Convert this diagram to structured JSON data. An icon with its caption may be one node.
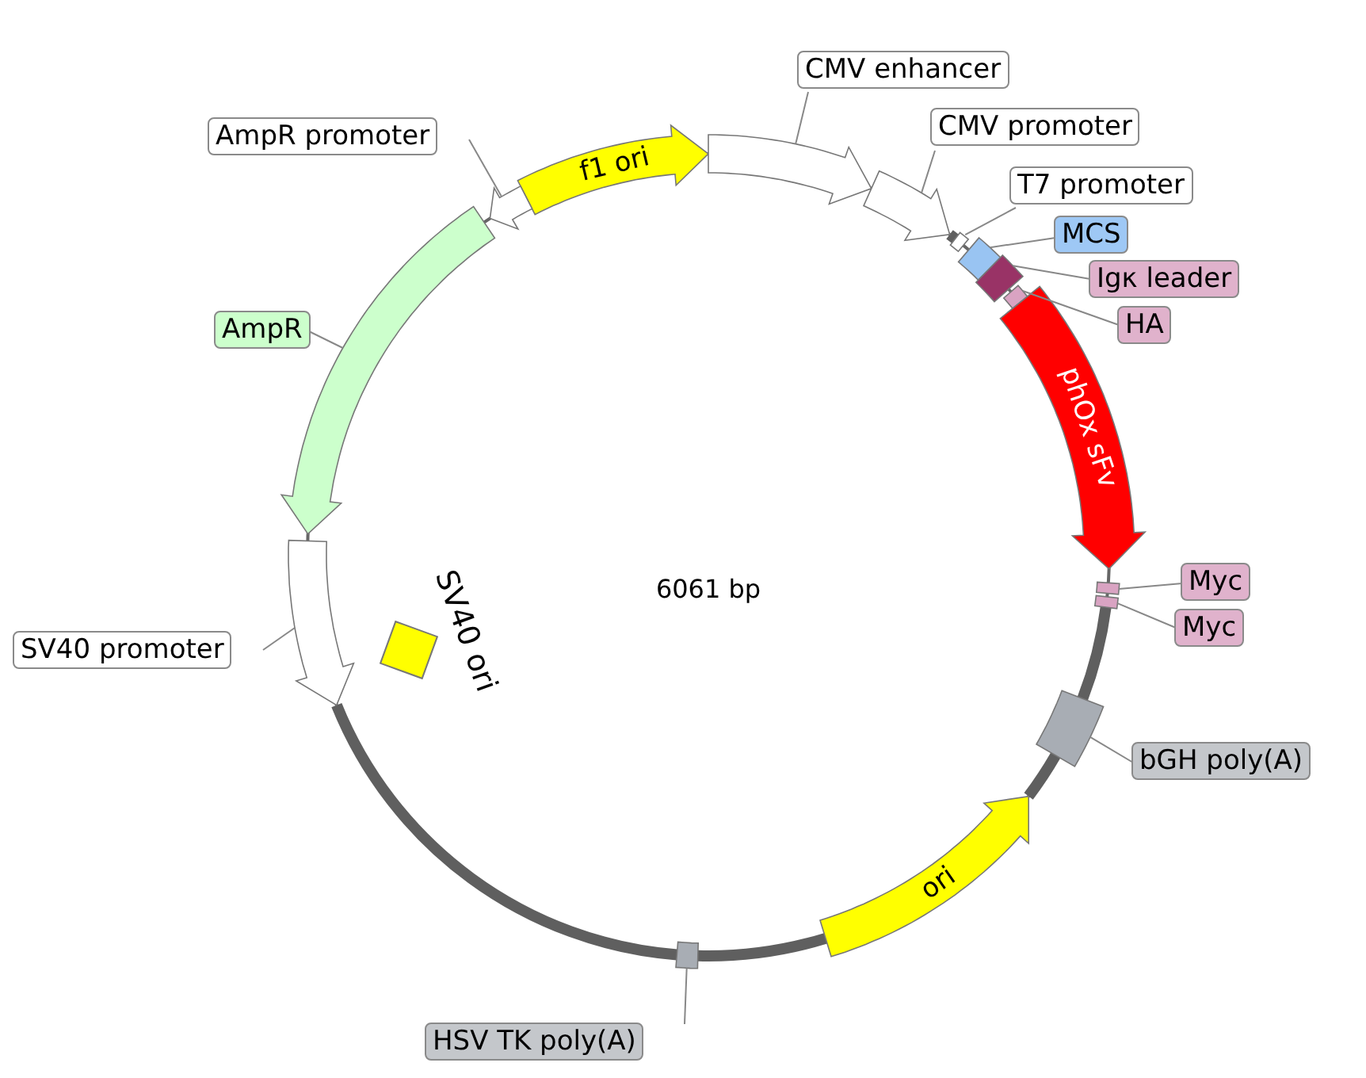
{
  "diagram": {
    "nodes": [
      {
        "text": [
          "f1 ori"
        ]
      },
      {
        "text": [],
        "shape": "arrow"
      },
      {
        "text": [],
        "shape": "arrow"
      },
      {
        "text": [],
        "shape": "bar"
      },
      {
        "text": [],
        "shape": "box"
      },
      {
        "text": [],
        "shape": "box"
      },
      {
        "text": [],
        "shape": "box"
      },
      {
        "text": [
          "phOx sFv"
        ]
      },
      {
        "text": [],
        "shape": "box"
      },
      {
        "text": [],
        "shape": "box"
      },
      {
        "text": [],
        "shape": "box"
      },
      {
        "text": [
          "ori"
        ]
      },
      {
        "text": [],
        "shape": "box"
      },
      {
        "text": [],
        "shape": "arrow"
      },
      {
        "text": [],
        "shape": "box",
        "beside": [
          "SV40 ori"
        ]
      },
      {
        "text": [],
        "shape": "arrow"
      },
      {
        "text": [],
        "shape": "arrow"
      },
      {
        "text": [
          "CMV enhancer"
        ]
      },
      {
        "text": [
          "CMV promoter"
        ]
      },
      {
        "text": [
          "T7 promoter"
        ]
      },
      {
        "text": [
          "MCS"
        ]
      },
      {
        "text": [
          "Igκ leader"
        ]
      },
      {
        "text": [
          "HA"
        ]
      },
      {
        "text": [
          "Myc"
        ]
      },
      {
        "text": [
          "Myc"
        ]
      },
      {
        "text": [
          "bGH poly(A)"
        ]
      },
      {
        "text": [
          "HSV TK poly(A)"
        ]
      },
      {
        "text": [
          "SV40 promoter"
        ]
      },
      {
        "text": [
          "AmpR"
        ]
      },
      {
        "text": [
          "AmpR promoter"
        ]
      }
    ],
    "edges": [
      {
        "from": 17,
        "to": 1,
        "arrow": "none"
      },
      {
        "from": 18,
        "to": 2,
        "arrow": "none"
      },
      {
        "from": 19,
        "to": 3,
        "arrow": "none"
      },
      {
        "from": 20,
        "to": 4,
        "arrow": "none"
      },
      {
        "from": 21,
        "to": 5,
        "arrow": "none"
      },
      {
        "from": 22,
        "to": 6,
        "arrow": "none"
      },
      {
        "from": 23,
        "to": 8,
        "arrow": "none"
      },
      {
        "from": 24,
        "to": 9,
        "arrow": "none"
      },
      {
        "from": 25,
        "to": 10,
        "arrow": "none"
      },
      {
        "from": 26,
        "to": 12,
        "arrow": "none"
      },
      {
        "from": 27,
        "to": 13,
        "arrow": "none"
      },
      {
        "from": 28,
        "to": 15,
        "arrow": "none"
      },
      {
        "from": 29,
        "to": 16,
        "arrow": "none"
      }
    ],
    "labels": [
      "6061 bp"
    ]
  }
}
